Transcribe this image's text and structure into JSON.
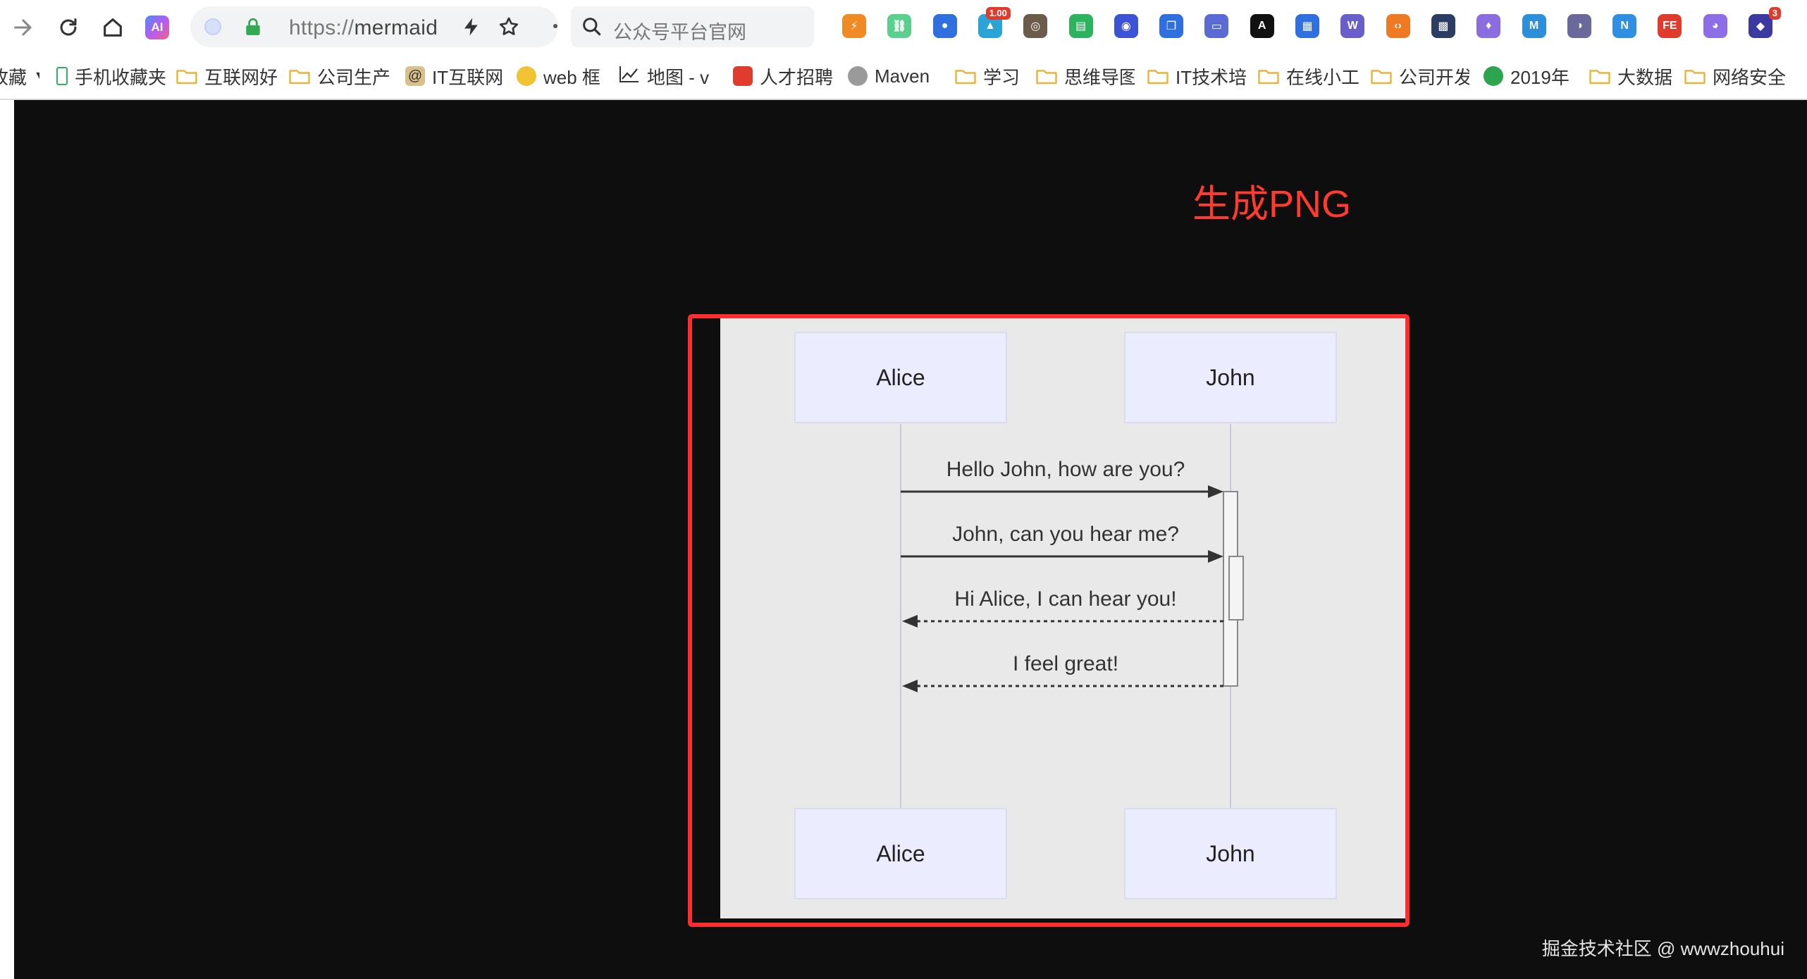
{
  "toolbar": {
    "url": "https://mermaid",
    "url_scheme": "https://",
    "url_host": "mermaid",
    "search_placeholder": "公众号平台官网",
    "ai_label": "AI",
    "extensions": [
      {
        "name": "bolt-extension",
        "color": "#f08a24",
        "glyph": "⚡"
      },
      {
        "name": "link-extension",
        "color": "#5bcf8e",
        "glyph": "⛓"
      },
      {
        "name": "blue-dot-extension",
        "color": "#2f6fe0",
        "glyph": "●"
      },
      {
        "name": "badge-extension",
        "color": "#2aa3d6",
        "glyph": "▲",
        "badge": "1.00"
      },
      {
        "name": "wheel-extension",
        "color": "#6b5b4a",
        "glyph": "◎"
      },
      {
        "name": "book-extension",
        "color": "#2db35d",
        "glyph": "▤"
      },
      {
        "name": "circle-blue-extension",
        "color": "#3d53d6",
        "glyph": "◉"
      },
      {
        "name": "copy-extension",
        "color": "#2f6fe0",
        "glyph": "❐"
      },
      {
        "name": "window-extension",
        "color": "#5a6bd6",
        "glyph": "▭"
      },
      {
        "name": "a-black-extension",
        "color": "#111111",
        "glyph": "A"
      },
      {
        "name": "file-extension",
        "color": "#2f6fe0",
        "glyph": "▦"
      },
      {
        "name": "ws-extension",
        "color": "#6a5ec9",
        "glyph": "W"
      },
      {
        "name": "code-extension",
        "color": "#f07a24",
        "glyph": "‹›"
      },
      {
        "name": "grid-extension",
        "color": "#2b3d63",
        "glyph": "▩"
      },
      {
        "name": "crystal-extension",
        "color": "#8b6de0",
        "glyph": "♦"
      },
      {
        "name": "m-extension",
        "color": "#2b8fd9",
        "glyph": "M"
      },
      {
        "name": "eyes-extension",
        "color": "#6a6a9a",
        "glyph": "◑"
      },
      {
        "name": "n-extension",
        "color": "#2f8fe0",
        "glyph": "N"
      },
      {
        "name": "fe-extension",
        "color": "#e03c2e",
        "glyph": "FE"
      },
      {
        "name": "chat-extension",
        "color": "#8e6ee6",
        "glyph": "◕"
      },
      {
        "name": "diamond-extension",
        "color": "#3a3aa0",
        "glyph": "◆",
        "badge": "3"
      }
    ]
  },
  "bookmarks": [
    {
      "label": "收藏",
      "kind": "text"
    },
    {
      "label": "手机收藏夹",
      "kind": "phone"
    },
    {
      "label": "互联网好",
      "kind": "folder"
    },
    {
      "label": "公司生产",
      "kind": "folder"
    },
    {
      "label": "IT互联网",
      "kind": "at"
    },
    {
      "label": "web 框",
      "kind": "web"
    },
    {
      "label": "地图 - v",
      "kind": "chart"
    },
    {
      "label": "人才招聘",
      "kind": "red"
    },
    {
      "label": "Maven",
      "kind": "globe"
    },
    {
      "label": "学习",
      "kind": "folder"
    },
    {
      "label": "思维导图",
      "kind": "folder"
    },
    {
      "label": "IT技术培",
      "kind": "folder"
    },
    {
      "label": "在线小工",
      "kind": "folder"
    },
    {
      "label": "公司开发",
      "kind": "folder"
    },
    {
      "label": "2019年",
      "kind": "green"
    },
    {
      "label": "大数据",
      "kind": "folder"
    },
    {
      "label": "网络安全",
      "kind": "folder"
    }
  ],
  "annotation": {
    "label": "生成PNG",
    "color": "#ff3b30"
  },
  "diagram": {
    "participants": [
      "Alice",
      "John"
    ],
    "messages": [
      {
        "from": "Alice",
        "to": "John",
        "text": "Hello John, how are you?",
        "style": "solid"
      },
      {
        "from": "Alice",
        "to": "John",
        "text": "John, can you hear me?",
        "style": "solid"
      },
      {
        "from": "John",
        "to": "Alice",
        "text": "Hi Alice, I can hear you!",
        "style": "dotted"
      },
      {
        "from": "John",
        "to": "Alice",
        "text": "I feel great!",
        "style": "dotted"
      }
    ],
    "actor_fill": "#ececff",
    "background": "#e9e9e9"
  },
  "watermark": "掘金技术社区 @ wwwzhouhui"
}
